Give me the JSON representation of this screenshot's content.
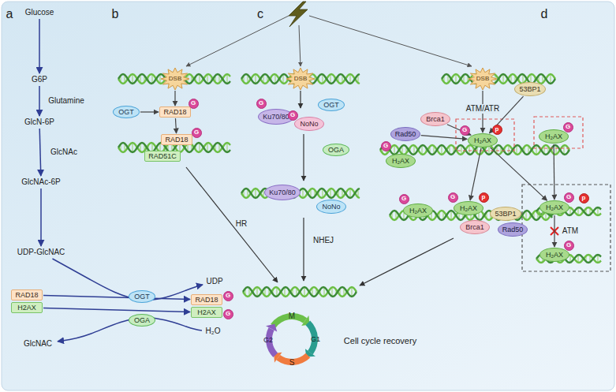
{
  "diagram": {
    "nodes": [
      {
        "text": [
          "Glucose"
        ]
      },
      {
        "text": [
          "G6P"
        ]
      },
      {
        "text": [
          "GlcN-6P"
        ]
      },
      {
        "text": [
          "GlcNAc-6P"
        ]
      },
      {
        "text": [
          "UDP-GlcNAC"
        ]
      },
      {
        "text": [
          "UDP"
        ]
      },
      {
        "text": [
          "OGT"
        ]
      },
      {
        "text": [
          "RAD18"
        ]
      },
      {
        "text": [
          "H2AX"
        ]
      },
      {
        "text": [
          "RAD18"
        ]
      },
      {
        "text": [
          "G"
        ]
      },
      {
        "text": [
          "H2AX"
        ]
      },
      {
        "text": [
          "G"
        ]
      },
      {
        "text": [
          "OGA"
        ]
      },
      {
        "text": [
          "H₂O"
        ]
      },
      {
        "text": [
          "GlcNAC"
        ]
      },
      {
        "text": [
          "DSB"
        ]
      },
      {
        "text": [
          "OGT"
        ]
      },
      {
        "text": [
          "RAD18"
        ]
      },
      {
        "text": [
          "G"
        ]
      },
      {
        "text": [
          "RAD18"
        ]
      },
      {
        "text": [
          "G"
        ]
      },
      {
        "text": [
          "RAD51C"
        ]
      },
      {
        "text": [
          "DSB"
        ]
      },
      {
        "text": [
          "OGT"
        ]
      },
      {
        "text": [
          "G"
        ]
      },
      {
        "text": [
          "Ku70/80"
        ]
      },
      {
        "text": [
          "G"
        ]
      },
      {
        "text": [
          "NoNo"
        ]
      },
      {
        "text": [
          "OGA"
        ]
      },
      {
        "text": [
          "Ku70/80"
        ]
      },
      {
        "text": [
          "NoNo"
        ]
      },
      {
        "text": [
          "DSB"
        ]
      },
      {
        "text": [
          "53BP1"
        ]
      },
      {
        "text": [
          "Brca1"
        ]
      },
      {
        "text": [
          "Rad50"
        ]
      },
      {
        "text": [
          "H₂AX"
        ]
      },
      {
        "text": [
          "G"
        ]
      },
      {
        "text": [
          "G"
        ]
      },
      {
        "text": [
          "H₂AX"
        ]
      },
      {
        "text": [
          "G"
        ]
      },
      {
        "text": [
          "H₂AX"
        ]
      },
      {
        "text": [
          "p"
        ]
      },
      {
        "text": [
          "G"
        ]
      },
      {
        "text": [
          "H₂AX"
        ]
      },
      {
        "text": [
          "G"
        ]
      },
      {
        "text": [
          "H₂AX"
        ]
      },
      {
        "text": [
          "p"
        ]
      },
      {
        "text": [
          "53BP1"
        ]
      },
      {
        "text": [
          "Brca1"
        ]
      },
      {
        "text": [
          "Rad50"
        ]
      },
      {
        "text": [
          "H₂AX"
        ]
      },
      {
        "text": [
          "G"
        ]
      },
      {
        "text": [
          "p"
        ]
      },
      {
        "text": [
          "H₂AX"
        ]
      },
      {
        "text": [
          "G"
        ]
      }
    ],
    "edges": [
      {
        "from": 0,
        "to": 1,
        "arrow": "to"
      },
      {
        "from": 1,
        "to": 2,
        "arrow": "to",
        "label": "Glutamine"
      },
      {
        "from": 2,
        "to": 3,
        "arrow": "to",
        "label": "GlcNAc"
      },
      {
        "from": 3,
        "to": 4,
        "arrow": "to"
      },
      {
        "from": 4,
        "to": 5,
        "arrow": "to"
      },
      {
        "from": 7,
        "to": 9,
        "arrow": "to"
      },
      {
        "from": 8,
        "to": 11,
        "arrow": "to"
      },
      {
        "from": 14,
        "to": 15,
        "arrow": "to"
      },
      {
        "from": 16,
        "to": 18,
        "arrow": "to"
      },
      {
        "from": 17,
        "to": 18,
        "arrow": "to"
      },
      {
        "from": 18,
        "to": 20,
        "arrow": "to"
      },
      {
        "from": 32,
        "to": 41,
        "arrow": "to",
        "label": "ATM/ATR"
      },
      {
        "from": 33,
        "to": 41,
        "arrow": "to"
      },
      {
        "from": 34,
        "to": 41,
        "arrow": "to"
      },
      {
        "from": 35,
        "to": 41,
        "arrow": "to"
      },
      {
        "from": 41,
        "to": 46,
        "arrow": "to"
      },
      {
        "from": 41,
        "to": 51,
        "arrow": "to"
      },
      {
        "from": 36,
        "to": 51,
        "arrow": "to"
      },
      {
        "from": 51,
        "to": 54,
        "arrow": "to",
        "label": "ATM"
      }
    ],
    "labels": [
      "a",
      "b",
      "c",
      "d",
      "HR",
      "NHEJ",
      "M",
      "G1",
      "S",
      "G2",
      "Cell cycle recovery"
    ]
  }
}
